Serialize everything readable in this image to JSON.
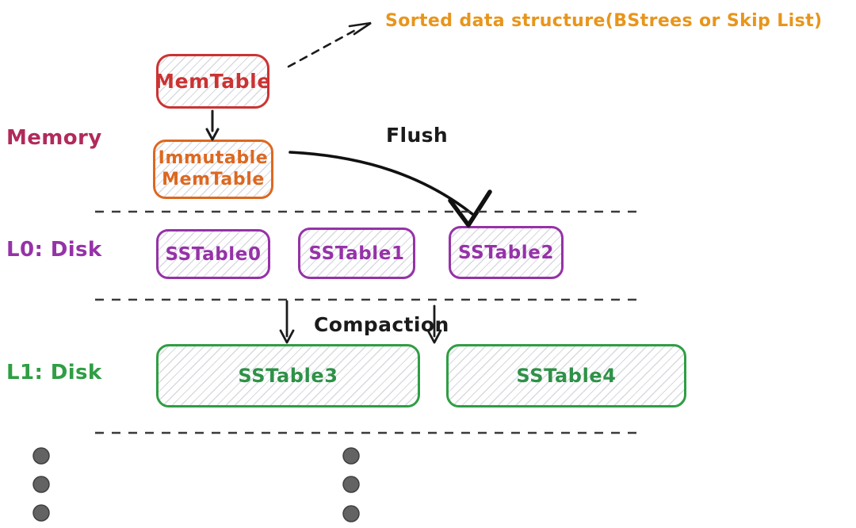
{
  "diagram": {
    "notes": {
      "sorted_structure": "Sorted data structure(BStrees or Skip List)",
      "flush": "Flush",
      "compaction": "Compaction"
    },
    "rows": {
      "memory": "Memory",
      "l0": "L0: Disk",
      "l1": "L1: Disk"
    },
    "nodes": {
      "memtable": "MemTable",
      "immutable_line1": "Immutable",
      "immutable_line2": "MemTable",
      "l0_tables": [
        {
          "label": "SSTable0"
        },
        {
          "label": "SSTable1"
        },
        {
          "label": "SSTable2"
        }
      ],
      "l1_tables": [
        {
          "label": "SSTable3"
        },
        {
          "label": "SSTable4"
        }
      ]
    },
    "colors": {
      "memtable_red": "#cc3333",
      "immutable_orange": "#dd6820",
      "note_orange": "#e8951c",
      "memory_magenta": "#b12a5b",
      "l0_purple": "#9632a8",
      "l1_green": "#2f9e44",
      "ink_black": "#1b1b1b",
      "dot_gray": "#636363"
    }
  }
}
